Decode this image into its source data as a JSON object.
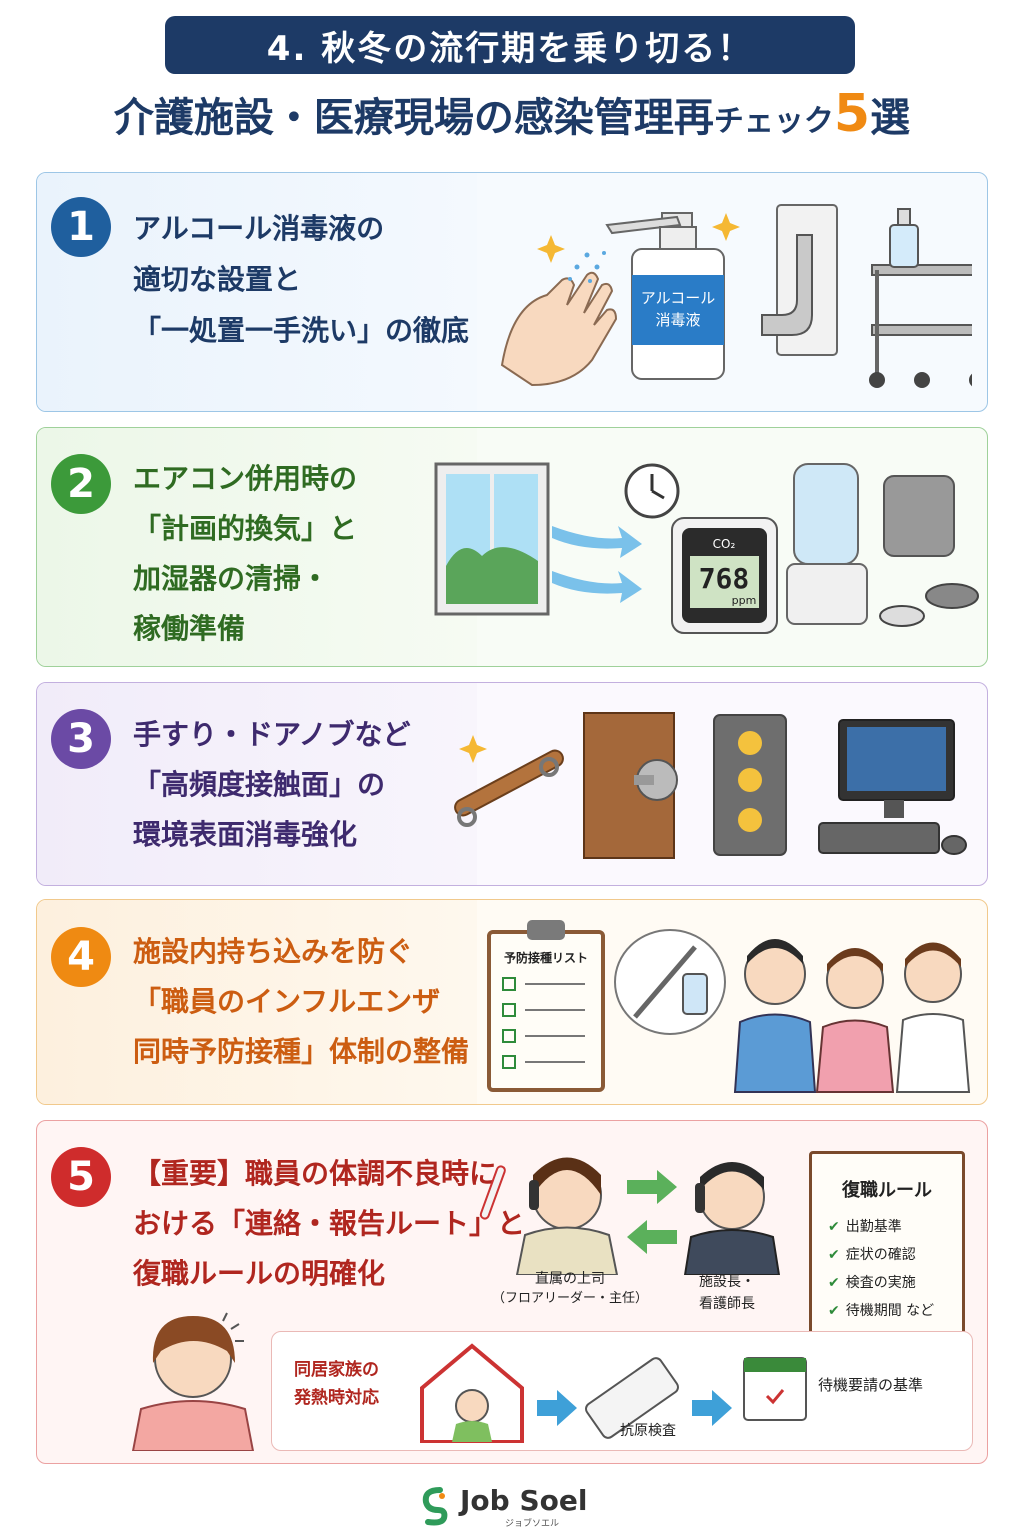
{
  "header": {
    "title_line1": "4. 秋冬の流行期を乗り切る！",
    "title_line2_main": "介護施設・医療現場の感染管理再",
    "title_line2_small": "チェック",
    "title_line2_num": "5",
    "title_line2_end": "選"
  },
  "items": [
    {
      "number": "1",
      "lines": [
        "アルコール消毒液の",
        "適切な設置と",
        "「一処置一手洗い」の徹底"
      ],
      "art_labels": [
        "アルコール",
        "消毒液"
      ]
    },
    {
      "number": "2",
      "lines": [
        "エアコン併用時の",
        "「計画的換気」と",
        "加湿器の清掃・",
        "稼働準備"
      ],
      "art_labels": [
        "CO₂",
        "768",
        "ppm"
      ]
    },
    {
      "number": "3",
      "lines": [
        "手すり・ドアノブなど",
        "「高頻度接触面」の",
        "環境表面消毒強化"
      ]
    },
    {
      "number": "4",
      "lines": [
        "施設内持ち込みを防ぐ",
        "「職員のインフルエンザ",
        "同時予防接種」体制の整備"
      ],
      "art_labels": [
        "予防接種リスト"
      ]
    },
    {
      "number": "5",
      "lines": [
        "【重要】職員の体調不良時に",
        "おける「連絡・報告ルート」と",
        "復職ルールの明確化"
      ]
    }
  ],
  "route": {
    "boss_label": [
      "直属の上司",
      "（フロアリーダー・主任）"
    ],
    "director_label": [
      "施設長・",
      "看護師長"
    ]
  },
  "rules": {
    "title": "復職ルール",
    "items": [
      "出勤基準",
      "症状の確認",
      "検査の実施",
      "待機期間 など"
    ]
  },
  "family": {
    "label": [
      "同居家族の",
      "発熱時対応"
    ],
    "test_label": "抗原検査",
    "standby_label": "待機要請の基準"
  },
  "logo": {
    "name": "Job Soel",
    "kana": "ジョブソエル"
  },
  "colors": {
    "navy": "#1d3a66",
    "blue": "#1f5f9e",
    "green": "#3c9a3a",
    "purple": "#6b4aa5",
    "orange": "#ef8a12",
    "red": "#cf2c2c"
  }
}
